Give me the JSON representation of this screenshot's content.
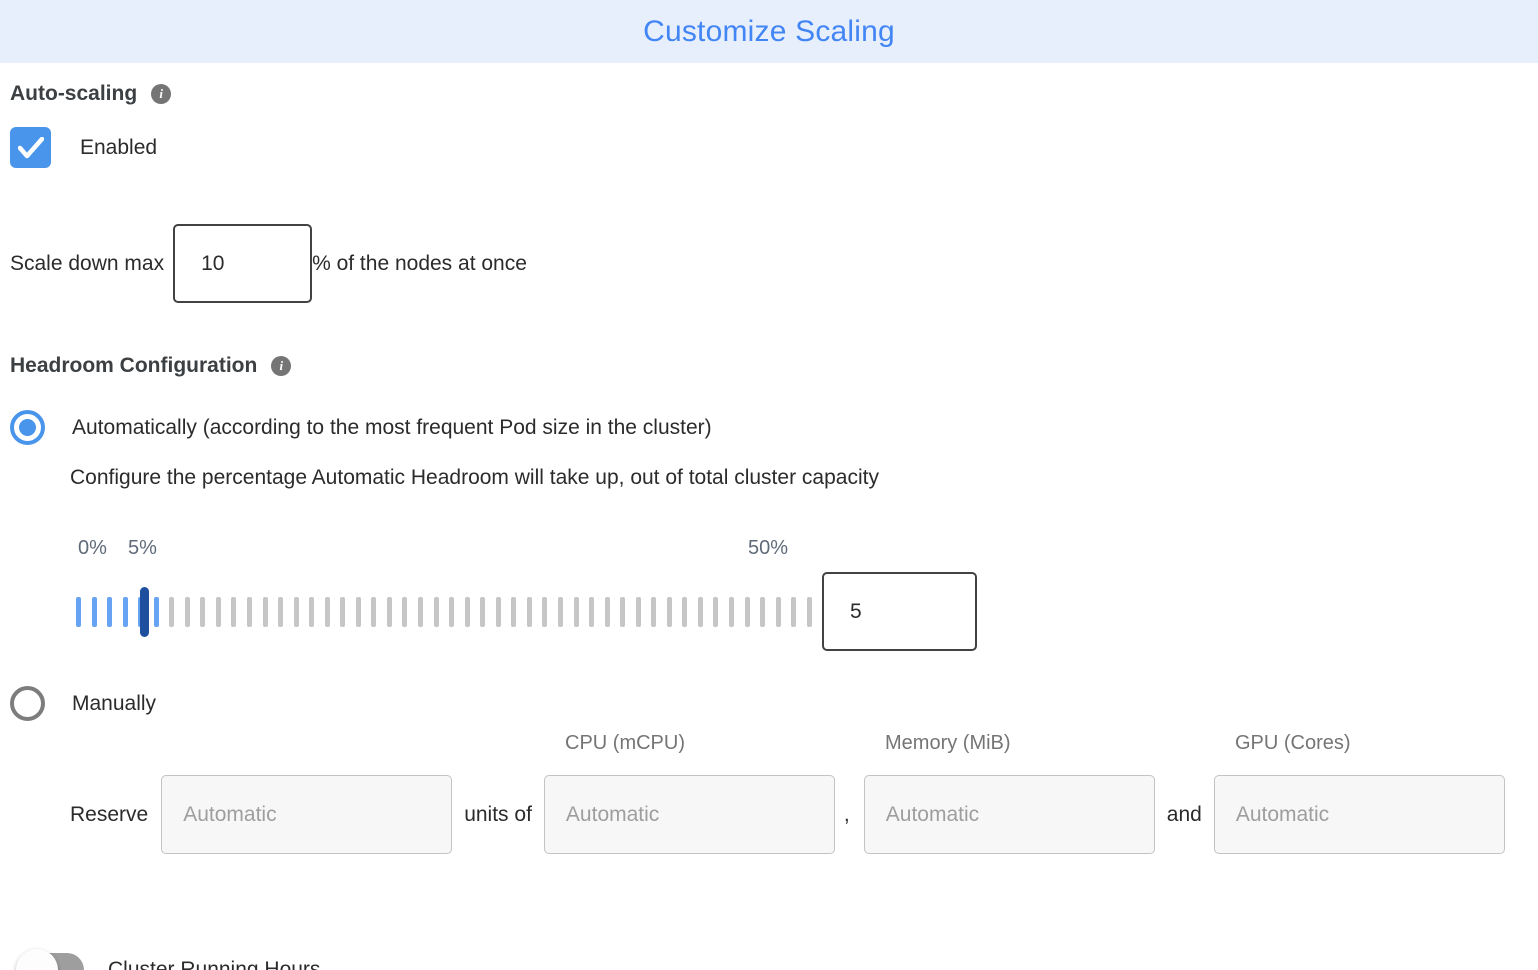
{
  "header": {
    "title": "Customize Scaling"
  },
  "auto_scaling": {
    "label": "Auto-scaling",
    "checkbox_checked": true,
    "enabled_label": "Enabled"
  },
  "scale_down": {
    "prefix": "Scale down max",
    "value": "10",
    "suffix": "% of the nodes at once"
  },
  "headroom": {
    "label": "Headroom Configuration",
    "auto_option_label": "Automatically (according to the most frequent Pod size in the cluster)",
    "auto_option_selected": true,
    "auto_description": "Configure the percentage Automatic Headroom will take up, out of total cluster capacity",
    "slider": {
      "min_label": "0%",
      "current_label": "5%",
      "max_label": "50%",
      "value": "5",
      "tick_count": 48,
      "active_ticks": 6
    },
    "manual_option_label": "Manually",
    "manual_option_selected": false
  },
  "reserve": {
    "label": "Reserve",
    "units_of_label": "units of",
    "comma_separator": ",",
    "and_separator": "and",
    "column_headers": [
      "CPU (mCPU)",
      "Memory (MiB)",
      "GPU (Cores)"
    ],
    "fields": [
      {
        "name": "reserve-units",
        "placeholder": "Automatic",
        "value": ""
      },
      {
        "name": "cpu",
        "placeholder": "Automatic",
        "value": ""
      },
      {
        "name": "memory",
        "placeholder": "Automatic",
        "value": ""
      },
      {
        "name": "gpu",
        "placeholder": "Automatic",
        "value": ""
      }
    ]
  },
  "cluster_running_hours": {
    "label": "Cluster Running Hours",
    "toggle_on": false
  },
  "colors": {
    "accent_blue": "#4285f4",
    "header_background": "#e8effc",
    "control_blue": "#4a95ec",
    "slider_tick_active": "#66a3f2",
    "slider_tick_inactive": "#c6c6c6",
    "slider_handle": "#1d4f9e",
    "toggle_track_off": "#9e9e9e"
  }
}
